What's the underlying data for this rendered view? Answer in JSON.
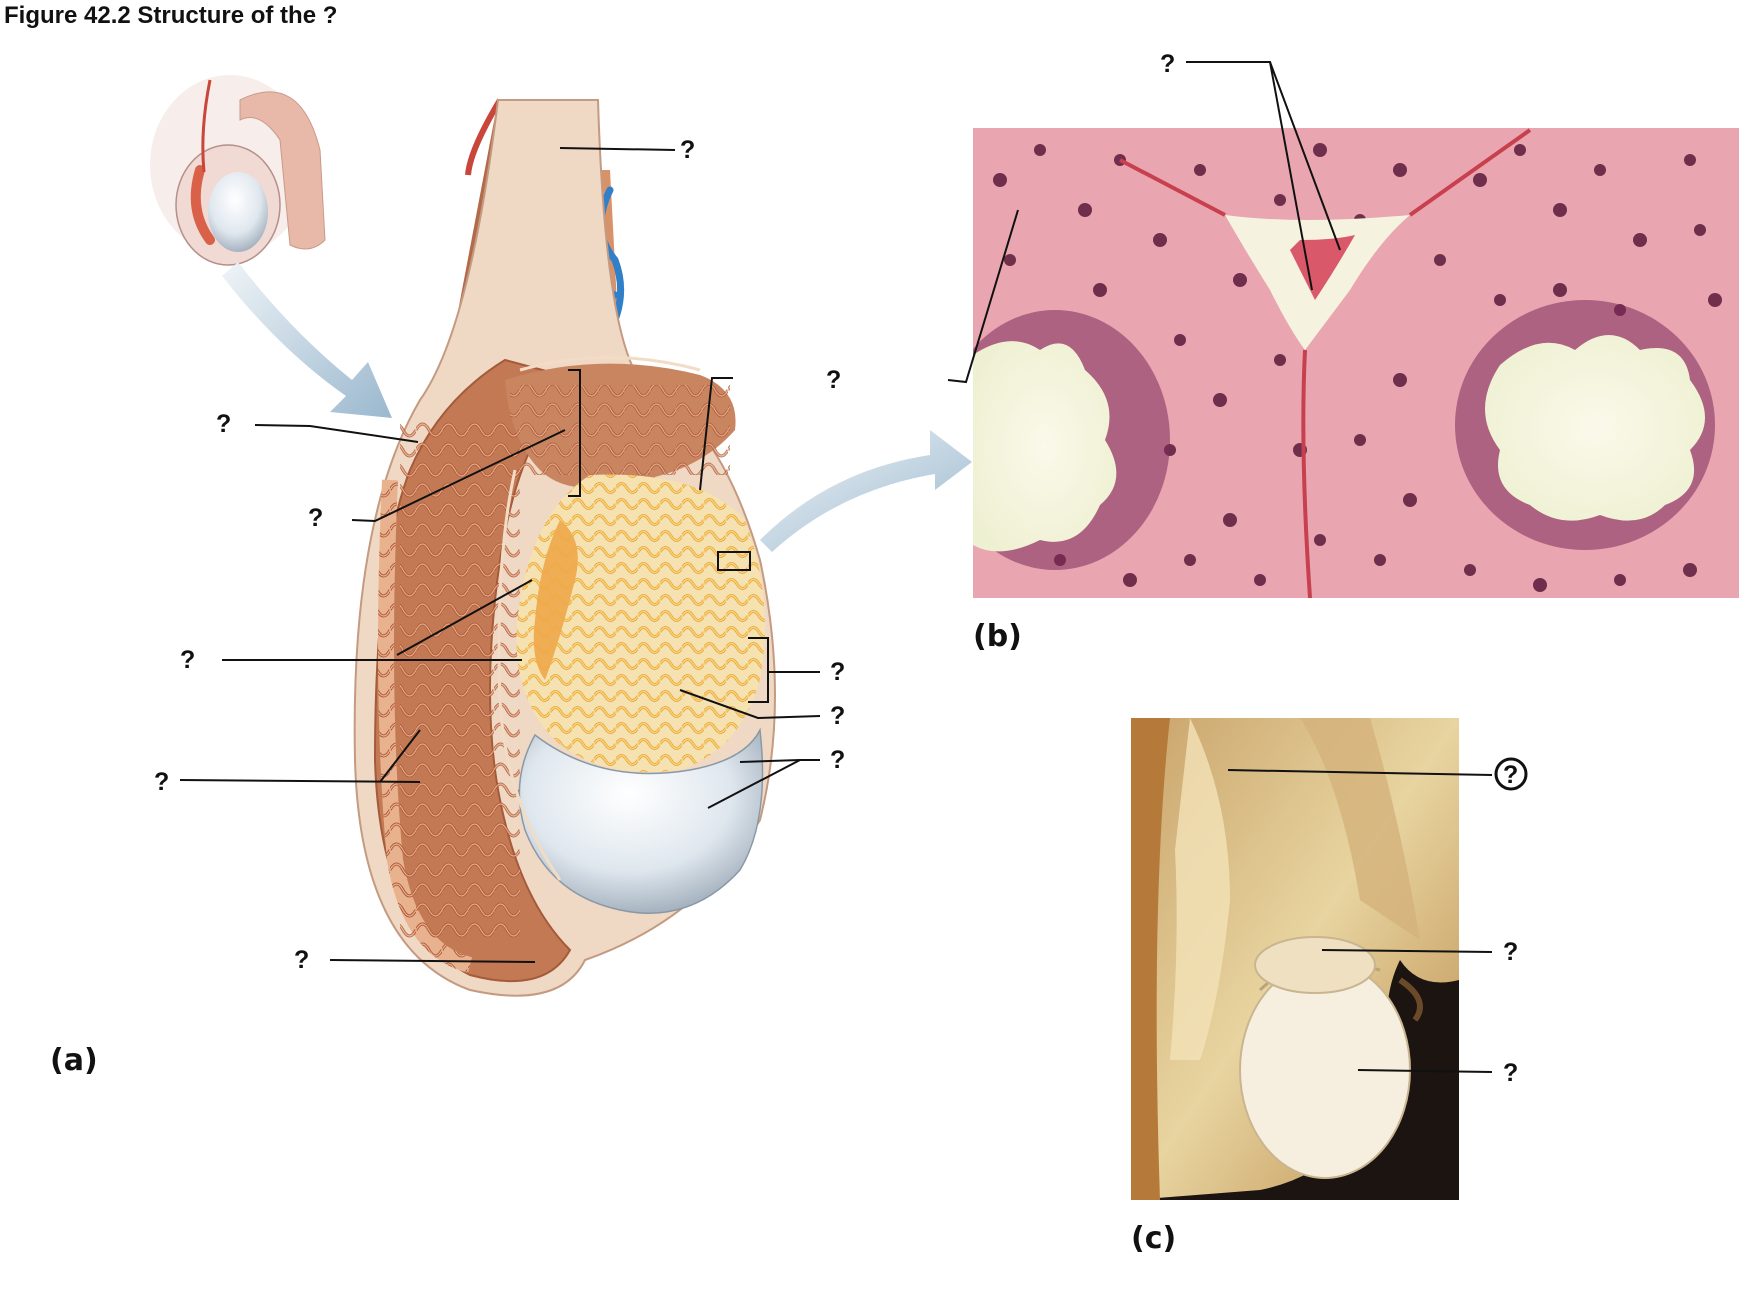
{
  "figure": {
    "title": "Figure 42.2  Structure of the ?",
    "unknown_label": "?",
    "panels": {
      "a": "(a)",
      "b": "(b)",
      "c": "(c)"
    }
  },
  "colors": {
    "epididymis": "#d8926a",
    "tubules": "#f0c060",
    "veins": "#2f7fc9",
    "arteries": "#c8463a",
    "tunica": "#dfe7ee",
    "histology_bg": "#e9a6b0",
    "lumen": "#f5f3e0",
    "nuclei": "#5a1a3a",
    "dissection_tissue": "#e8d4a0"
  }
}
